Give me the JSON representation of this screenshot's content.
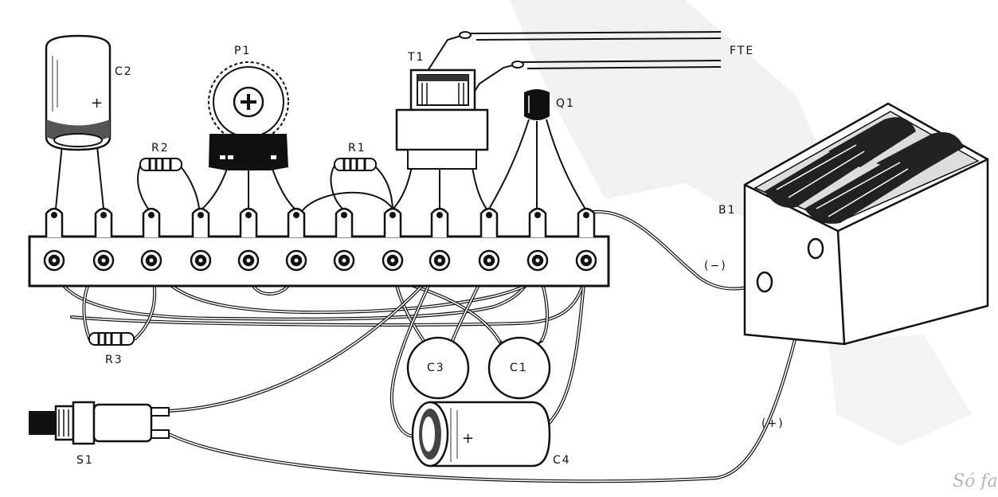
{
  "labels": {
    "c2": "C2",
    "p1": "P1",
    "t1": "T1",
    "fte": "FTE",
    "q1": "Q1",
    "r2": "R2",
    "r1": "R1",
    "b1": "B1",
    "r3": "R3",
    "c3": "C3",
    "c1": "C1",
    "c4": "C4",
    "s1": "S1",
    "neg": "(−)",
    "pos": "(+)",
    "plus_c2": "+",
    "plus_c4": "+"
  },
  "caption": "Só falta a galoia; O gorou ved cos"
}
